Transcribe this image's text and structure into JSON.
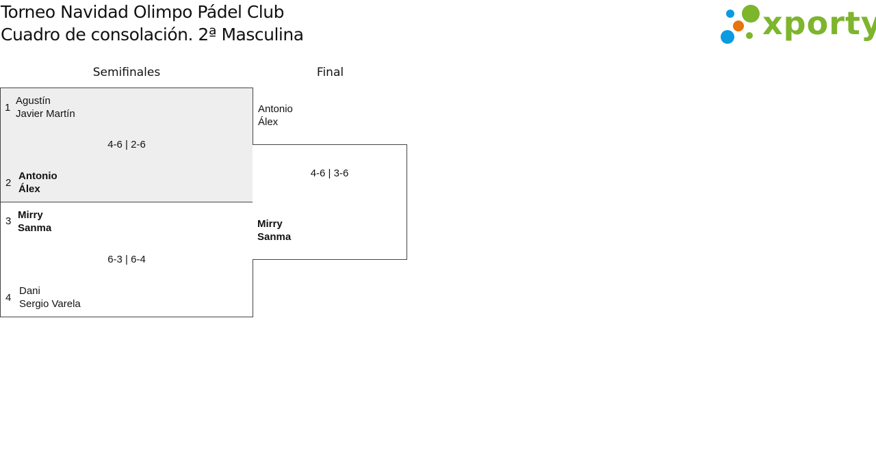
{
  "header": {
    "title_line1": "Torneo Navidad Olimpo Pádel Club",
    "title_line2": "Cuadro de consolación. 2ª Masculina"
  },
  "logo": {
    "text": "xporty",
    "colors": {
      "green": "#7db52d",
      "blue": "#0a9be0",
      "orange": "#e8740c"
    }
  },
  "rounds": {
    "semifinals": "Semifinales",
    "final": "Final"
  },
  "semifinal_1": {
    "team_a": {
      "seed": "1",
      "player1": "Agustín",
      "player2": "Javier Martín"
    },
    "score": "4-6 | 2-6",
    "team_b": {
      "seed": "2",
      "player1": "Antonio",
      "player2": "Álex"
    }
  },
  "semifinal_2": {
    "team_a": {
      "seed": "3",
      "player1": "Mirry",
      "player2": "Sanma"
    },
    "score": "6-3 | 6-4",
    "team_b": {
      "seed": "4",
      "player1": "Dani",
      "player2": "Sergio Varela"
    }
  },
  "final": {
    "team_a": {
      "player1": "Antonio",
      "player2": "Álex"
    },
    "score": "4-6 | 3-6",
    "team_b": {
      "player1": "Mirry",
      "player2": "Sanma"
    }
  }
}
